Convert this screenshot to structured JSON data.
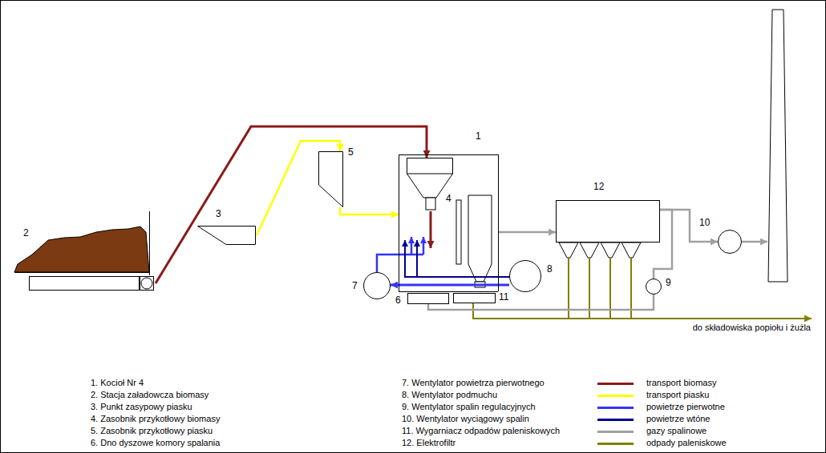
{
  "diagram": {
    "nodes": [
      {
        "text": [
          "1"
        ]
      },
      {
        "text": [
          "4"
        ],
        "in": 0
      },
      {
        "text": [
          "2"
        ]
      },
      {
        "text": [
          "3"
        ]
      },
      {
        "text": [
          "5"
        ]
      },
      {
        "text": [
          "6"
        ]
      },
      {
        "text": [
          "7"
        ]
      },
      {
        "text": [
          "11"
        ]
      },
      {
        "text": [
          "8"
        ]
      },
      {
        "text": [
          "12"
        ]
      },
      {
        "text": [
          "9"
        ]
      },
      {
        "text": [
          "10"
        ]
      }
    ],
    "edges": [
      {
        "from": 2,
        "to": 1,
        "arrow": "to"
      },
      {
        "from": 3,
        "to": 4,
        "arrow": "to"
      },
      {
        "from": 4,
        "to": 0,
        "arrow": "to"
      },
      {
        "from": 8,
        "to": 6,
        "arrow": "to"
      },
      {
        "from": 0,
        "to": 9,
        "arrow": "to"
      },
      {
        "from": 9,
        "to": 11,
        "arrow": "to"
      },
      {
        "from": 9,
        "to": 10,
        "arrow": "none"
      },
      {
        "from": 10,
        "to": 5,
        "arrow": "none"
      }
    ],
    "labels": [
      "do składowiska popiołu i żużla",
      "1. Kocioł Nr 4",
      "2. Stacja załadowcza biomasy",
      "3. Punkt zasypowy piasku",
      "4. Zasobnik przykotłowy biomasy",
      "5. Zasobnik przykotłowy piasku",
      "6. Dno dyszowe komory spalania",
      "7. Wentylator powietrza pierwotnego",
      "8. Wentylator podmuchu",
      "9. Wentylator spalin regulacyjnych",
      "10. Wentylator wyciągowy spalin",
      "11. Wygarniacz odpadów paleniskowych",
      "12. Elektrofiltr"
    ],
    "legend": [
      {
        "text": "transport biomasy",
        "color": "#8b1a1a"
      },
      {
        "text": "transport piasku",
        "color": "#ffff00"
      },
      {
        "text": "powietrze pierwotne",
        "color": "#3333ff"
      },
      {
        "text": "powietrze wtóne",
        "color": "#00008b"
      },
      {
        "text": "gazy spalinowe",
        "color": "#a0a0a0"
      },
      {
        "text": "odpady paleniskowe",
        "color": "#808000"
      }
    ]
  }
}
